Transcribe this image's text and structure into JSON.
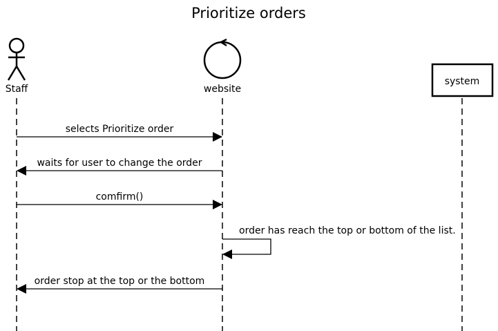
{
  "diagram": {
    "title": "Prioritize orders",
    "participants": [
      {
        "id": "staff",
        "label": "Staff",
        "kind": "actor"
      },
      {
        "id": "website",
        "label": "website",
        "kind": "control"
      },
      {
        "id": "system",
        "label": "system",
        "kind": "box"
      }
    ],
    "messages": [
      {
        "from": "staff",
        "to": "website",
        "label": "selects Prioritize order"
      },
      {
        "from": "website",
        "to": "staff",
        "label": "waits for user to change the order"
      },
      {
        "from": "staff",
        "to": "website",
        "label": "comfirm()"
      },
      {
        "from": "website",
        "to": "website",
        "label": "order has reach the top or bottom of the list."
      },
      {
        "from": "website",
        "to": "staff",
        "label": "order stop at the top or the bottom"
      }
    ]
  }
}
